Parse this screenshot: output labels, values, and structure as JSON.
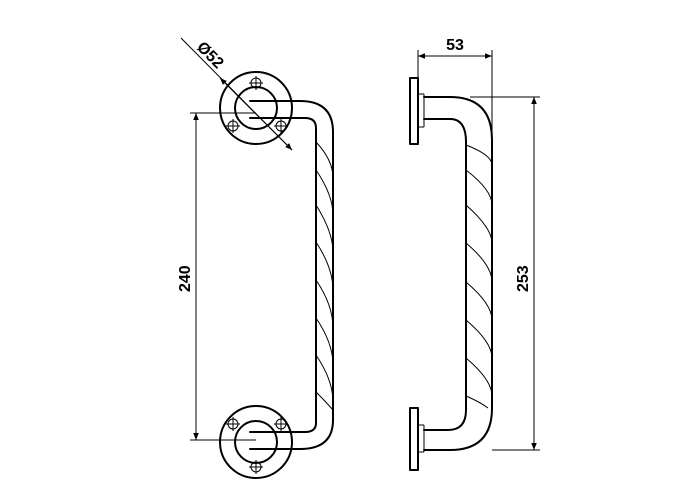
{
  "drawing": {
    "front_view": {
      "flange_diameter_label": "Ø52",
      "center_distance_label": "240"
    },
    "side_view": {
      "projection_label": "53",
      "overall_height_label": "253"
    }
  }
}
